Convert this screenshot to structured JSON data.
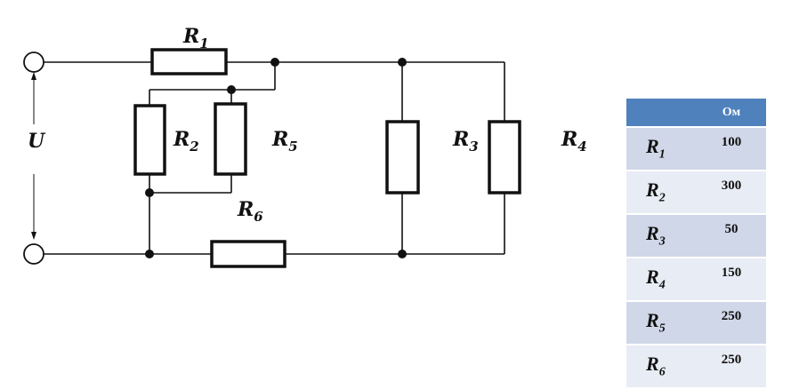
{
  "diagram": {
    "voltage_label": "U",
    "resistors": [
      {
        "id": "R1",
        "letter": "R",
        "index": "1"
      },
      {
        "id": "R2",
        "letter": "R",
        "index": "2"
      },
      {
        "id": "R3",
        "letter": "R",
        "index": "3"
      },
      {
        "id": "R4",
        "letter": "R",
        "index": "4"
      },
      {
        "id": "R5",
        "letter": "R",
        "index": "5"
      },
      {
        "id": "R6",
        "letter": "R",
        "index": "6"
      }
    ]
  },
  "table": {
    "header_blank": "",
    "unit": "Ом",
    "rows": [
      {
        "letter": "R",
        "index": "1",
        "value": "100"
      },
      {
        "letter": "R",
        "index": "2",
        "value": "300"
      },
      {
        "letter": "R",
        "index": "3",
        "value": "50"
      },
      {
        "letter": "R",
        "index": "4",
        "value": "150"
      },
      {
        "letter": "R",
        "index": "5",
        "value": "250"
      },
      {
        "letter": "R",
        "index": "6",
        "value": "250"
      }
    ],
    "colors": {
      "header": "#4f81bd",
      "row_odd": "#cfd7e8",
      "row_even": "#e8ecf4"
    }
  }
}
